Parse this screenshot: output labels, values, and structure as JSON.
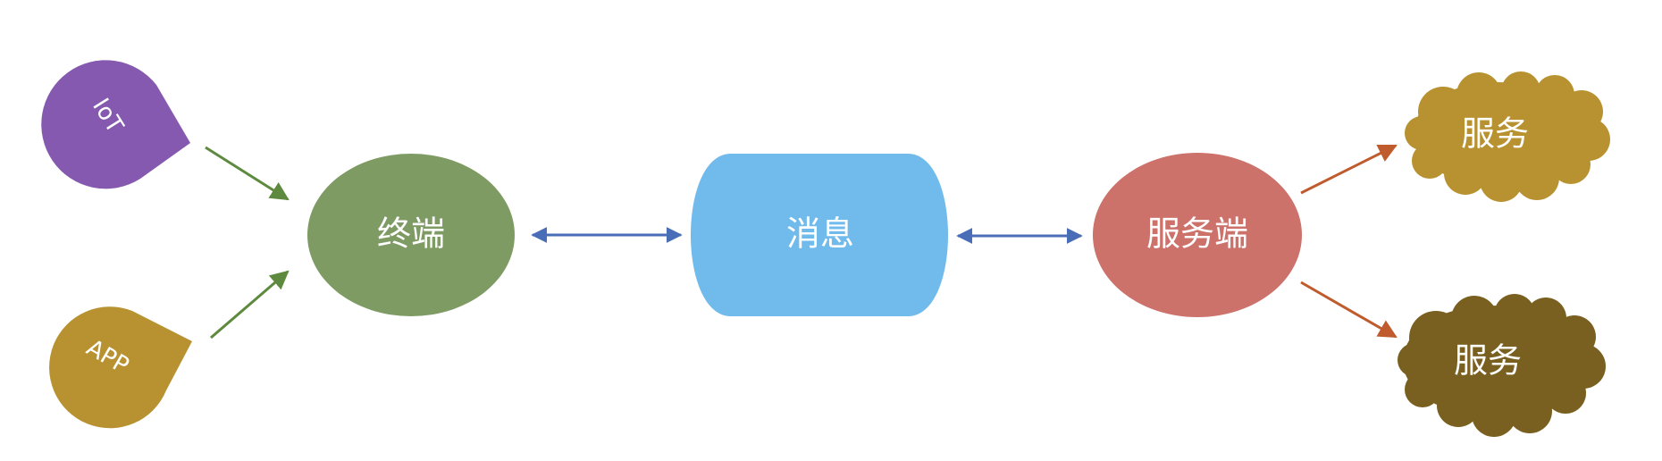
{
  "nodes": {
    "iot": {
      "label": "IoT",
      "color": "#8659B0"
    },
    "app": {
      "label": "APP",
      "color": "#B89230"
    },
    "terminal": {
      "label": "终端",
      "color": "#7F9B64"
    },
    "message": {
      "label": "消息",
      "color": "#70BBEC"
    },
    "server": {
      "label": "服务端",
      "color": "#CC726B"
    },
    "service_top": {
      "label": "服务",
      "color": "#B89230"
    },
    "service_bottom": {
      "label": "服务",
      "color": "#7A6020"
    }
  },
  "edges": {
    "input_color": "#5E8A3F",
    "bidirectional_color": "#4A6DB8",
    "output_color": "#BF5B2C"
  }
}
